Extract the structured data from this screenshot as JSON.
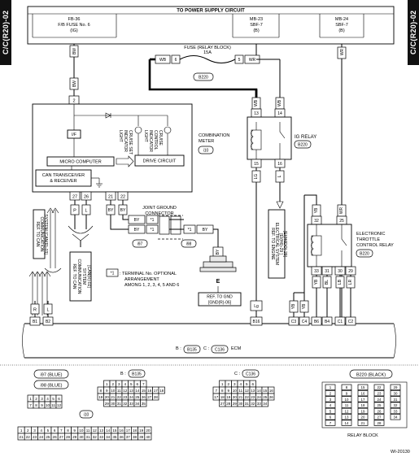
{
  "page": {
    "section_code": "C/C(R20)-02",
    "figure_id": "WI-20130"
  },
  "power": {
    "title": "TO POWER SUPPLY CIRCUIT",
    "fuse_fb36": [
      "FB-36",
      "F/B FUSE No. 6",
      "(IG)"
    ],
    "fuse_mb23": [
      "MB-23",
      "SBF-7",
      "(B)"
    ],
    "fuse_mb24": [
      "MB-24",
      "SBF-7",
      "(B)"
    ]
  },
  "relay_block_fuse": {
    "title": "FUSE (RELAY BLOCK)",
    "rating": "15A",
    "pin_a": "6",
    "pin_b": "5",
    "wire_a": "WB",
    "wire_b": "WR",
    "connector": "B220"
  },
  "meter": {
    "name": [
      "COMBINATION",
      "METER"
    ],
    "connector": "i10",
    "if_label": "I/F",
    "micro": "MICRO COMPUTER",
    "drive": "DRIVE CIRCUIT",
    "can": [
      "CAN TRANSCEIVER",
      "& RECEIVER"
    ],
    "ind_set": [
      "CRUISE SET",
      "INDICATOR",
      "LIGHT"
    ],
    "ind_control": [
      "CRUISE",
      "CONTROL",
      "INDICATOR",
      "LIGHT"
    ],
    "pins": {
      "p2": "2",
      "p27": "27",
      "p26": "26",
      "p21": "21",
      "p22": "22"
    },
    "wires": {
      "bw": "BW",
      "p": "P",
      "l": "L",
      "by": "BY"
    }
  },
  "ground": {
    "title": [
      "JOINT GROUND",
      "CONNECTOR"
    ],
    "connectors": [
      "i97",
      "i98"
    ],
    "pin": "1",
    "wire": "BY",
    "label": "E",
    "ref": [
      "REF. TO GND",
      "[GND(R)-06]"
    ]
  },
  "refs": {
    "can1": [
      "REF. TO CAN",
      "COMMUNICATION",
      "SYSTEM [CAN(R)-03]"
    ],
    "can2": [
      "REF. TO CAN",
      "COMMUNICATION",
      "SYSTEM",
      "[CAN(R)-02]"
    ],
    "engine": [
      "REF. TO ENGINE",
      "ELECTRICAL SYSTEM",
      "[EI(H6)-29 ]",
      "[EI(H6DO)-29]"
    ]
  },
  "note": {
    "marker": "*1",
    "text": [
      ": TERMINAL No. OPTIONAL",
      "ARRANGEMENT",
      "AMONG 1, 2, 3, 4, 5 AND 6"
    ]
  },
  "ig_relay": {
    "name": "IG RELAY",
    "connector": "B220",
    "pins": [
      "13",
      "14",
      "15",
      "16"
    ],
    "wires": [
      "WB",
      "WB",
      "LG",
      "L"
    ]
  },
  "throttle_relay": {
    "name": [
      "ELECTRONIC",
      "THROTTLE",
      "CONTROL RELAY"
    ],
    "connector": "B220",
    "pins": [
      "32",
      "25",
      "33",
      "31",
      "30",
      "29"
    ],
    "wires": [
      "YB",
      "WR",
      "YB",
      "BL",
      "LB",
      "LR"
    ]
  },
  "ecm": {
    "label": "ECM",
    "prefix_b": "B :",
    "prefix_c": "C :",
    "conn_b": "B135",
    "conn_c": "C136",
    "pins": [
      "B1",
      "B2",
      "B16",
      "C3",
      "C4",
      "B6",
      "B4",
      "C1",
      "C2"
    ],
    "wires": [
      "R",
      "L",
      "Lg",
      "YB",
      "YB",
      "BL",
      "LB",
      "LR",
      "LR"
    ]
  },
  "legend": {
    "i97": "i97 (BLUE)",
    "i98": "i98 (BLUE)",
    "i10": "i10",
    "b135": "B135",
    "b135_prefix": "B :",
    "c136": "C136",
    "c136_prefix": "C :",
    "b220": "B220 (BLACK)",
    "relay_block": "RELAY BLOCK",
    "i97_pins": [
      [
        "1",
        "2",
        "3",
        "4",
        "5",
        "6"
      ],
      [
        "7",
        "8",
        "9",
        "10",
        "11",
        "12"
      ]
    ],
    "i10_pins": [
      [
        "1",
        "2",
        "3",
        "4",
        "5",
        "6",
        "7",
        "8",
        "9",
        "10",
        "11",
        "12",
        "13",
        "14",
        "15",
        "16",
        "17",
        "18",
        "19",
        "20"
      ],
      [
        "21",
        "22",
        "23",
        "24",
        "25",
        "26",
        "27",
        "28",
        "29",
        "30",
        "31",
        "32",
        "33",
        "34",
        "35",
        "36",
        "37",
        "38",
        "39",
        "40"
      ]
    ],
    "b135_pins": [
      [
        "1",
        "2",
        "3",
        "4",
        "5",
        "6",
        "7"
      ],
      [
        "8",
        "9",
        "10",
        "11",
        "12",
        "13",
        "14",
        "15",
        "16",
        "17",
        "18"
      ],
      [
        "19",
        "20",
        "21",
        "22",
        "23",
        "24",
        "25",
        "26",
        "27",
        "28"
      ],
      [
        "29",
        "30",
        "31",
        "32",
        "33",
        "34",
        "35"
      ]
    ],
    "c136_pins": [
      [
        "1",
        "2",
        "3",
        "4",
        "5",
        "6"
      ],
      [
        "7",
        "8",
        "9",
        "10",
        "11",
        "12",
        "13",
        "14",
        "15",
        "16"
      ],
      [
        "17",
        "18",
        "19",
        "20",
        "21",
        "22",
        "23",
        "24",
        "25",
        "26"
      ],
      [
        "27",
        "28",
        "29",
        "30",
        "31",
        "32",
        "33",
        "34"
      ]
    ],
    "b220_pins": [
      "1",
      "2",
      "3",
      "4",
      "5",
      "6",
      "7",
      "8",
      "9",
      "10",
      "11",
      "12",
      "13",
      "14",
      "15",
      "16",
      "17",
      "18",
      "19",
      "20",
      "21",
      "22",
      "23",
      "24",
      "25",
      "26",
      "27",
      "28",
      "29",
      "30",
      "31",
      "32",
      "33",
      "34"
    ]
  }
}
